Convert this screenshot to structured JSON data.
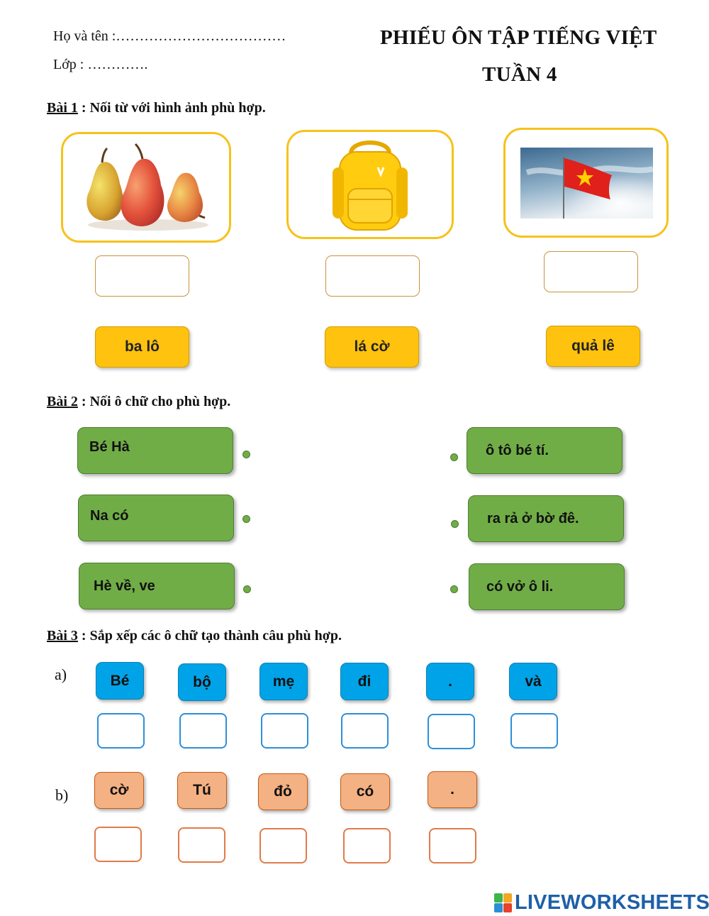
{
  "header": {
    "name_label": "Họ và tên :………………………………",
    "class_label": "Lớp : ………….",
    "title_line1": "PHIẾU ÔN TẬP TIẾNG VIỆT",
    "title_line2": "TUẦN 4"
  },
  "bai1": {
    "label": "Bài 1",
    "instruction": " : Nối từ với hình ảnh phù hợp.",
    "images": [
      "pears-image",
      "backpack-image",
      "vietnam-flag-image"
    ],
    "words": [
      "ba lô",
      "lá cờ",
      "quả lê"
    ]
  },
  "bai2": {
    "label": "Bài 2",
    "instruction": " : Nối ô chữ cho phù hợp.",
    "left": [
      "Bé Hà",
      "Na có",
      "Hè về, ve"
    ],
    "right": [
      "ô tô bé tí.",
      "ra rả ở bờ đê.",
      "có vở ô li."
    ]
  },
  "bai3": {
    "label": "Bài 3",
    "instruction": "  : Sắp xếp các ô chữ tạo thành câu phù hợp.",
    "a_label": "a)",
    "a_words": [
      "Bé",
      "bộ",
      "mẹ",
      "đi",
      ".",
      "và"
    ],
    "b_label": "b)",
    "b_words": [
      "cờ",
      "Tú",
      "đỏ",
      "có",
      "."
    ]
  },
  "footer": {
    "brand": "LIVEWORKSHEETS"
  },
  "colors": {
    "yellow": "#ffc20e",
    "green": "#70ad47",
    "blue": "#00a3e8",
    "orange": "#f4b183",
    "brand": "#1e5fa8"
  }
}
